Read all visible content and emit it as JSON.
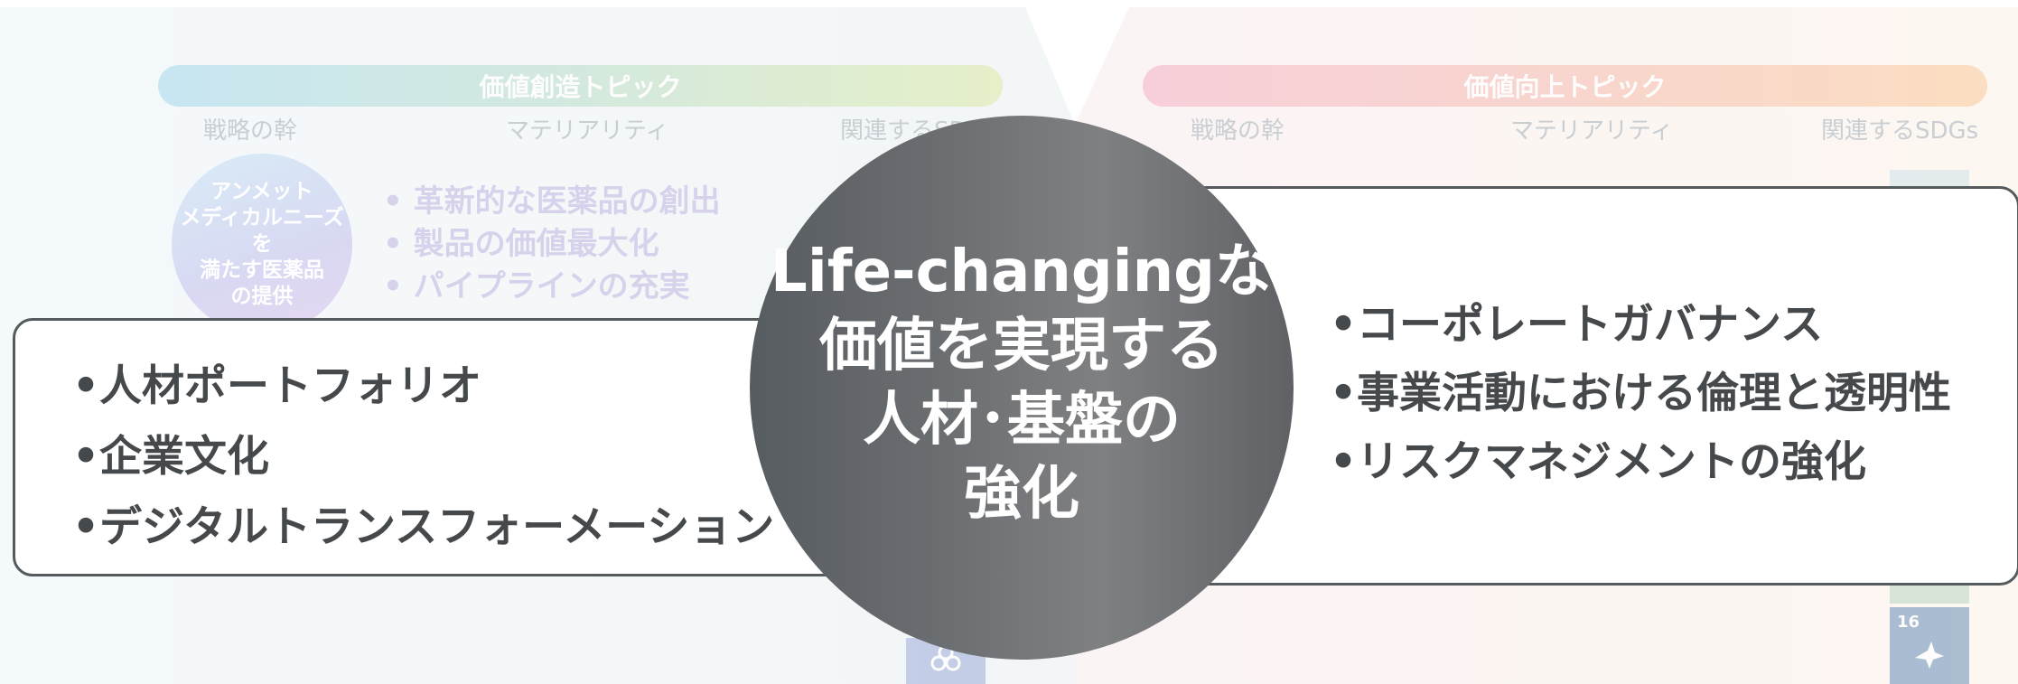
{
  "left_section": {
    "title": "価値創造トピック",
    "col_strategy": "戦略の幹",
    "col_materiality": "マテリアリティ",
    "col_sdgs": "関連するSDGs",
    "circle_lines": [
      "アンメット",
      "メディカルニーズを",
      "満たす医薬品",
      "の提供"
    ],
    "materiality_items": [
      "• 革新的な医薬品の創出",
      "• 製品の価値最大化",
      "• パイプラインの充実"
    ]
  },
  "right_section": {
    "title": "価値向上トピック",
    "col_strategy": "戦略の幹",
    "col_materiality": "マテリアリティ",
    "col_sdgs": "関連するSDGs",
    "sdg_number": "16"
  },
  "center": {
    "lines": [
      "Life-changingな",
      "価値を実現する",
      "人材･基盤の",
      "強化"
    ]
  },
  "left_box": {
    "items": [
      "•人材ポートフォリオ",
      "•企業文化",
      "•デジタルトランスフォーメーション"
    ]
  },
  "right_box": {
    "items": [
      "•コーポレートガバナンス",
      "•事業活動における倫理と透明性",
      "•リスクマネジメントの強化"
    ]
  },
  "colors": {
    "box_border": "#555a5d",
    "item_text": "#45494c",
    "center_fill": "#6b6e71"
  }
}
